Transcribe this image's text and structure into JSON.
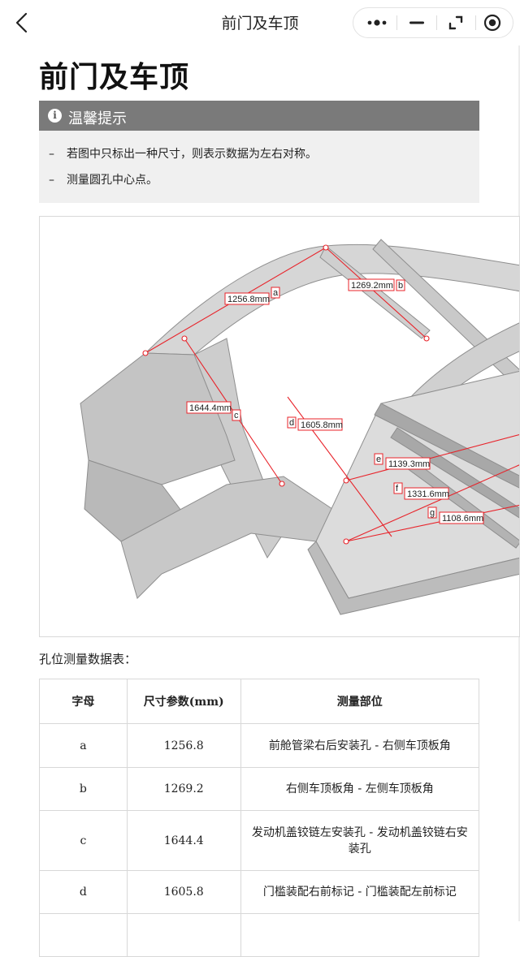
{
  "nav": {
    "title": "前门及车顶"
  },
  "page": {
    "title": "前门及车顶"
  },
  "notice": {
    "title": "温馨提示",
    "items": [
      "若图中只标出一种尺寸，则表示数据为左右对称。",
      "测量圆孔中心点。"
    ]
  },
  "figure": {
    "labels": {
      "a": {
        "letter": "a",
        "value": "1256.8mm"
      },
      "b": {
        "letter": "b",
        "value": "1269.2mm"
      },
      "c": {
        "letter": "c",
        "value": "1644.4mm"
      },
      "d": {
        "letter": "d",
        "value": "1605.8mm"
      },
      "e": {
        "letter": "e",
        "value": "1139.3mm"
      },
      "f": {
        "letter": "f",
        "value": "1331.6mm"
      },
      "g": {
        "letter": "g",
        "value": "1108.6mm"
      }
    },
    "colors": {
      "measure_line": "#e8232a",
      "body_gray": "#d4d4d4",
      "body_dark": "#a9a9a9"
    }
  },
  "table": {
    "caption": "孔位测量数据表：",
    "headers": [
      "字母",
      "尺寸参数(mm)",
      "测量部位"
    ],
    "rows": [
      [
        "a",
        "1256.8",
        "前舱管梁右后安装孔 - 右侧车顶板角"
      ],
      [
        "b",
        "1269.2",
        "右侧车顶板角 - 左侧车顶板角"
      ],
      [
        "c",
        "1644.4",
        "发动机盖铰链左安装孔 - 发动机盖铰链右安装孔"
      ],
      [
        "d",
        "1605.8",
        "门槛装配右前标记 - 门槛装配左前标记"
      ],
      [
        "",
        "",
        ""
      ]
    ]
  }
}
